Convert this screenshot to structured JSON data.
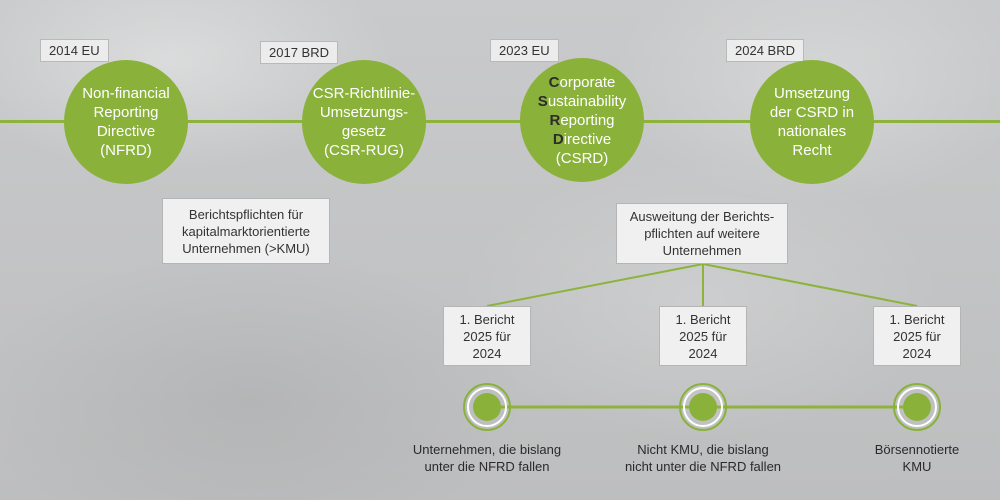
{
  "timeline": [
    {
      "year": "2014 EU",
      "lines": [
        "Non-financial",
        "Reporting",
        "Directive",
        "(NFRD)"
      ]
    },
    {
      "year": "2017 BRD",
      "lines": [
        "CSR-Richtlinie-",
        "Umsetzungs-",
        "gesetz",
        "(CSR-RUG)"
      ]
    },
    {
      "year": "2023 EU",
      "lines": [
        {
          "cap": "C",
          "rest": "orporate"
        },
        {
          "cap": "S",
          "rest": "ustainability"
        },
        {
          "cap": "R",
          "rest": "eporting"
        },
        {
          "cap": "D",
          "rest": "irective"
        },
        {
          "cap": "",
          "rest": "(CSRD)"
        }
      ]
    },
    {
      "year": "2024 BRD",
      "lines": [
        "Umsetzung",
        "der CSRD in",
        "nationales",
        "Recht"
      ]
    }
  ],
  "nfrd_note": [
    "Berichtspflichten für",
    "kapitalmarktorientierte",
    "Unternehmen (>KMU)"
  ],
  "csrd_note": [
    "Ausweitung der Berichts-",
    "pflichten auf weitere",
    "Unternehmen"
  ],
  "report_boxes": [
    [
      "1. Bericht",
      "2025 für",
      "2024"
    ],
    [
      "1. Bericht",
      "2025 für",
      "2024"
    ],
    [
      "1. Bericht",
      "2025 für",
      "2024"
    ]
  ],
  "groups": [
    [
      "Unternehmen, die bislang",
      "unter die NFRD fallen"
    ],
    [
      "Nicht KMU, die bislang",
      "nicht unter die NFRD fallen"
    ],
    [
      "Börsennotierte",
      "KMU"
    ]
  ],
  "colors": {
    "accent": "#8ab23b",
    "line": "#8db33b",
    "box": "#f0f0f0"
  }
}
